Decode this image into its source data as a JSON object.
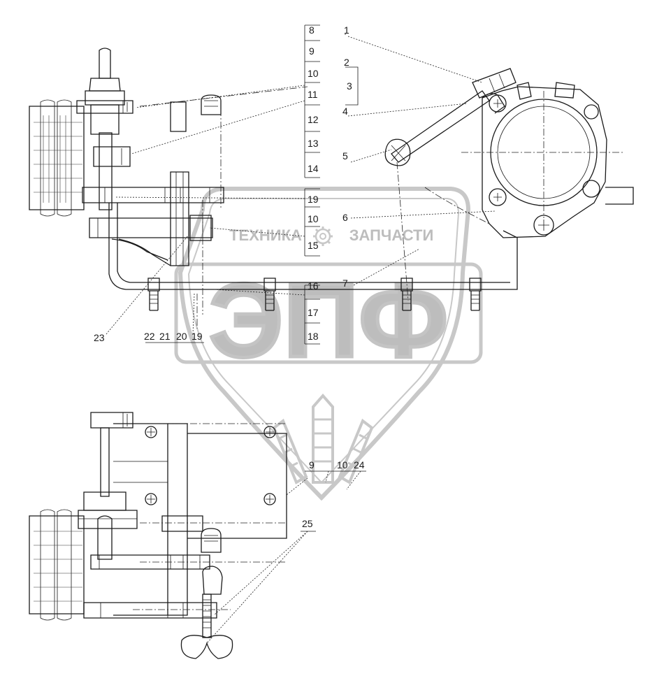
{
  "watermark": {
    "left_word": "ТЕХНИКА",
    "right_word": "ЗАПЧАСТИ",
    "monogram": "ЭПФ"
  },
  "callouts": {
    "c1": "1",
    "c2": "2",
    "c3": "3",
    "c4": "4",
    "c5": "5",
    "c6": "6",
    "c7": "7",
    "c8": "8",
    "c9a": "9",
    "c10a": "10",
    "c11": "11",
    "c12": "12",
    "c13": "13",
    "c14": "14",
    "c19a": "19",
    "c10b": "10",
    "c15": "15",
    "c16": "16",
    "c17": "17",
    "c18": "18",
    "c23": "23",
    "c22": "22",
    "c21": "21",
    "c20": "20",
    "c19b": "19",
    "c9b": "9",
    "c10c": "10",
    "c24": "24",
    "c25": "25"
  },
  "colors": {
    "linework": "#1a1a1a",
    "watermark": "#c8c8c8",
    "background": "#ffffff"
  }
}
